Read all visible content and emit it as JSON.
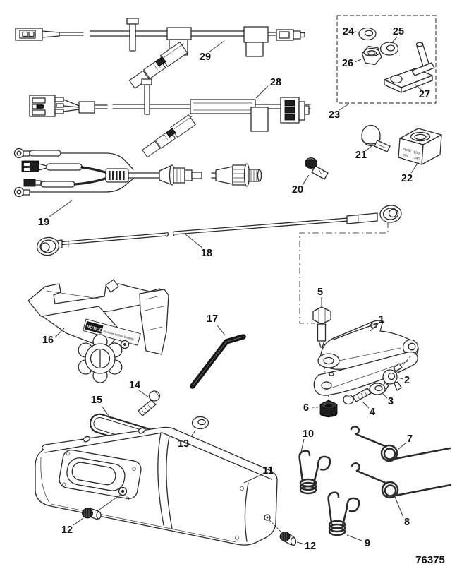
{
  "colors": {
    "ink": "#231f20",
    "background": "#ffffff"
  },
  "drawing_number": "76375",
  "callouts": {
    "c1": "1",
    "c2": "2",
    "c3": "3",
    "c4": "4",
    "c5": "5",
    "c6": "6",
    "c7": "7",
    "c8": "8",
    "c9": "9",
    "c10": "10",
    "c11": "11",
    "c12": "12",
    "c13": "13",
    "c14": "14",
    "c15": "15",
    "c16": "16",
    "c17": "17",
    "c18": "18",
    "c19": "19",
    "c20": "20",
    "c21": "21",
    "c22": "22",
    "c23": "23",
    "c24": "24",
    "c25": "25",
    "c26": "26",
    "c27": "27",
    "c28": "28",
    "c29": "29"
  },
  "notice_label": {
    "title": "NOTICE",
    "text": "Remove before boating"
  },
  "fuse_block": {
    "t1": "FUSE",
    "t2": "125A",
    "t3": "90V",
    "t4": "440"
  }
}
